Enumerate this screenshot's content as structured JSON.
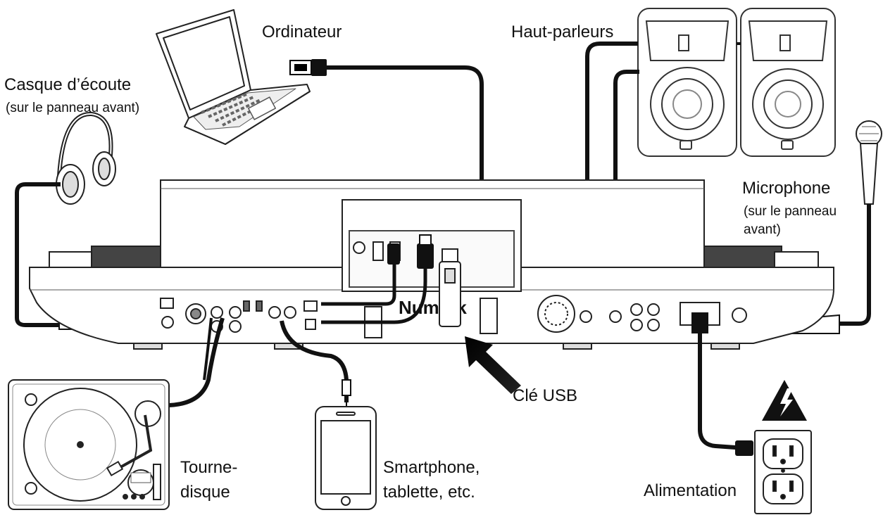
{
  "labels": {
    "computer": "Ordinateur",
    "speakers": "Haut-parleurs",
    "headphones": "Casque d’écoute",
    "headphones_note": "(sur le panneau avant)",
    "microphone": "Microphone",
    "microphone_note_1": "(sur le panneau",
    "microphone_note_2": "avant)",
    "usb_key": "Clé USB",
    "turntable_1": "Tourne-",
    "turntable_2": "disque",
    "smartphone_1": "Smartphone,",
    "smartphone_2": "tablette, etc.",
    "power": "Alimentation"
  },
  "device_logo": "Numark",
  "icons": [
    "laptop-icon",
    "usb-plug-icon",
    "speaker-icon",
    "headphones-icon",
    "microphone-icon",
    "dj-controller-icon",
    "usb-key-icon",
    "arrow-icon",
    "turntable-icon",
    "smartphone-icon",
    "warning-lightning-icon",
    "power-outlet-icon"
  ]
}
